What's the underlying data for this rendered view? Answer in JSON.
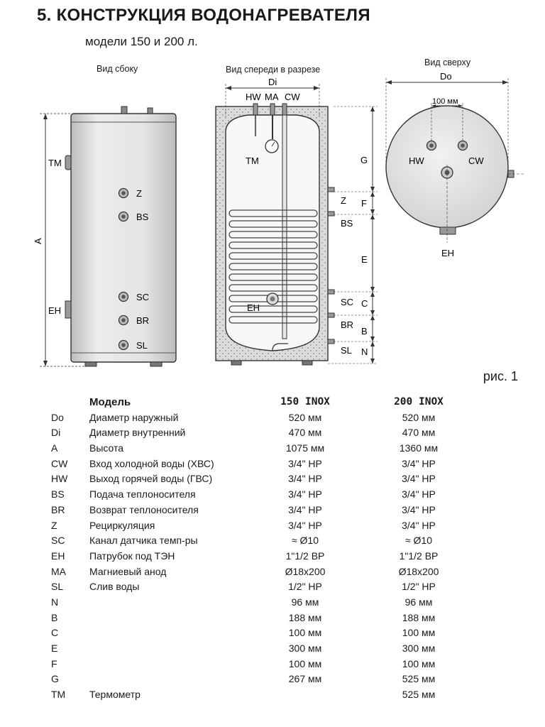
{
  "title": "5. КОНСТРУКЦИЯ ВОДОНАГРЕВАТЕЛЯ",
  "subtitle": "модели 150 и 200 л.",
  "views": {
    "side": "Вид сбоку",
    "front": "Вид спереди в разрезе",
    "top": "Вид сверху"
  },
  "side_labels": {
    "tm": "TM",
    "a": "A",
    "eh": "EH",
    "z": "Z",
    "bs": "BS",
    "sc": "SC",
    "br": "BR",
    "sl": "SL"
  },
  "front_labels": {
    "di": "Di",
    "hw": "HW",
    "ma": "MA",
    "cw": "CW",
    "tm": "TM",
    "eh": "EH",
    "z": "Z",
    "bs": "BS",
    "sc": "SC",
    "br": "BR",
    "sl": "SL",
    "g": "G",
    "f": "F",
    "e": "E",
    "c": "C",
    "b": "B",
    "n": "N"
  },
  "top_labels": {
    "do": "Do",
    "spacing": "100 мм",
    "hw": "HW",
    "cw": "CW",
    "eh": "EH"
  },
  "figure_label": "рис. 1",
  "table": {
    "header": {
      "name": "Модель",
      "v1": "150 INOX",
      "v2": "200 INOX"
    },
    "rows": [
      {
        "code": "Do",
        "name": "Диаметр наружный",
        "v1": "520 мм",
        "v2": "520 мм"
      },
      {
        "code": "Di",
        "name": "Диаметр внутренний",
        "v1": "470 мм",
        "v2": "470 мм"
      },
      {
        "code": "A",
        "name": "Высота",
        "v1": "1075 мм",
        "v2": "1360 мм"
      },
      {
        "code": "CW",
        "name": "Вход холодной воды (ХВС)",
        "v1": "3/4\" НР",
        "v2": "3/4\" НР"
      },
      {
        "code": "HW",
        "name": "Выход горячей воды (ГВС)",
        "v1": "3/4\" НР",
        "v2": "3/4\" НР"
      },
      {
        "code": "BS",
        "name": "Подача теплоносителя",
        "v1": "3/4\" НР",
        "v2": "3/4\" НР"
      },
      {
        "code": "BR",
        "name": "Возврат теплоносителя",
        "v1": "3/4\" НР",
        "v2": "3/4\" НР"
      },
      {
        "code": "Z",
        "name": "Рециркуляция",
        "v1": "3/4\" НР",
        "v2": "3/4\" НР"
      },
      {
        "code": "SC",
        "name": "Канал датчика темп-ры",
        "v1": "≈ Ø10",
        "v2": "≈ Ø10"
      },
      {
        "code": "EH",
        "name": "Патрубок под ТЭН",
        "v1": "1\"1/2 ВР",
        "v2": "1\"1/2 ВР"
      },
      {
        "code": "MA",
        "name": "Магниевый анод",
        "v1": "Ø18x200",
        "v2": "Ø18x200"
      },
      {
        "code": "SL",
        "name": "Слив воды",
        "v1": "1/2\" НР",
        "v2": "1/2\" НР"
      },
      {
        "code": "N",
        "name": "",
        "v1": "96 мм",
        "v2": "96 мм"
      },
      {
        "code": "B",
        "name": "",
        "v1": "188 мм",
        "v2": "188 мм"
      },
      {
        "code": "C",
        "name": "",
        "v1": "100 мм",
        "v2": "100 мм"
      },
      {
        "code": "E",
        "name": "",
        "v1": "300 мм",
        "v2": "300 мм"
      },
      {
        "code": "F",
        "name": "",
        "v1": "100 мм",
        "v2": "100 мм"
      },
      {
        "code": "G",
        "name": "",
        "v1": "267 мм",
        "v2": "525 мм"
      },
      {
        "code": "TM",
        "name": "Термометр",
        "v1": "",
        "v2": "525 мм"
      }
    ]
  }
}
